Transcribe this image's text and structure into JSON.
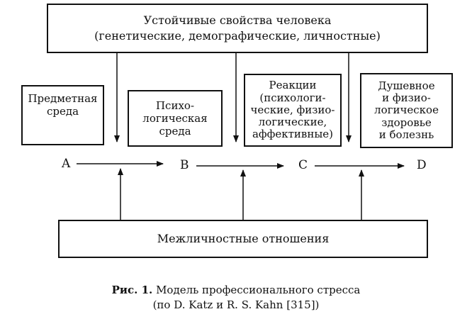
{
  "top_box": {
    "line1": "Устойчивые свойства человека",
    "line2": "(генетические, демографические, личностные)"
  },
  "boxes": [
    {
      "lines": [
        "Предметная",
        "среда"
      ]
    },
    {
      "lines": [
        "Психо-",
        "логическая",
        "среда"
      ]
    },
    {
      "lines": [
        "Реакции",
        "(психологи-",
        "ческие, физио-",
        "логические,",
        "аффективные)"
      ]
    },
    {
      "lines": [
        "Душевное",
        "и физио-",
        "логическое",
        "здоровье",
        "и болезнь"
      ]
    }
  ],
  "nodes": [
    "A",
    "B",
    "C",
    "D"
  ],
  "bottom_box": {
    "label": "Межличностные отношения"
  },
  "caption": {
    "prefix": "Рис. 1.",
    "title": " Модель профессионального стресса",
    "line2": "(по D. Katz и R. S. Kahn [315])"
  }
}
